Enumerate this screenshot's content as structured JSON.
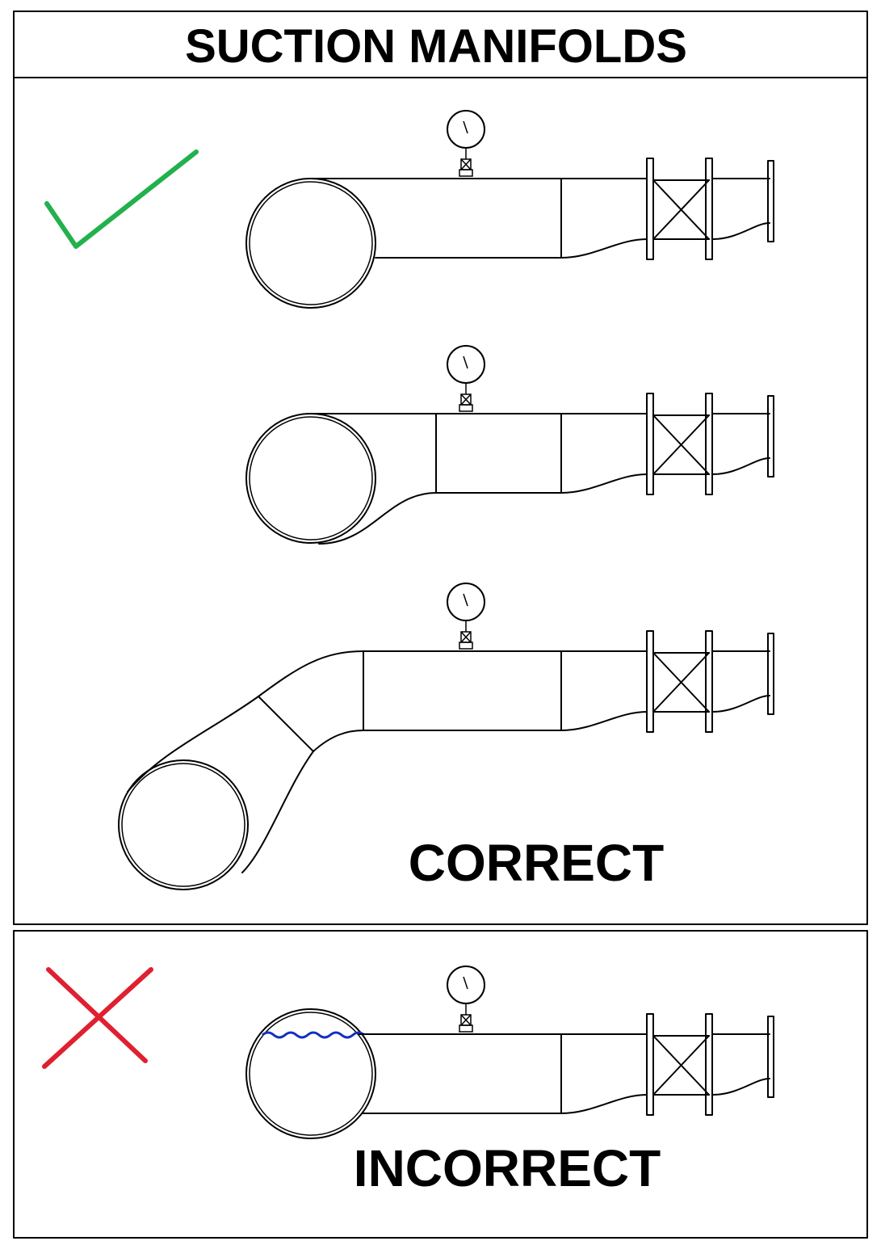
{
  "title": "SUCTION MANIFOLDS",
  "correct_label": "CORRECT",
  "incorrect_label": "INCORRECT",
  "colors": {
    "check_mark": "#22b14c",
    "cross_mark": "#e02030",
    "water_line": "#1030c0",
    "ink": "#000000"
  },
  "icons": [
    "check-mark-icon",
    "cross-mark-icon",
    "pressure-gauge-icon",
    "gate-valve-icon"
  ]
}
